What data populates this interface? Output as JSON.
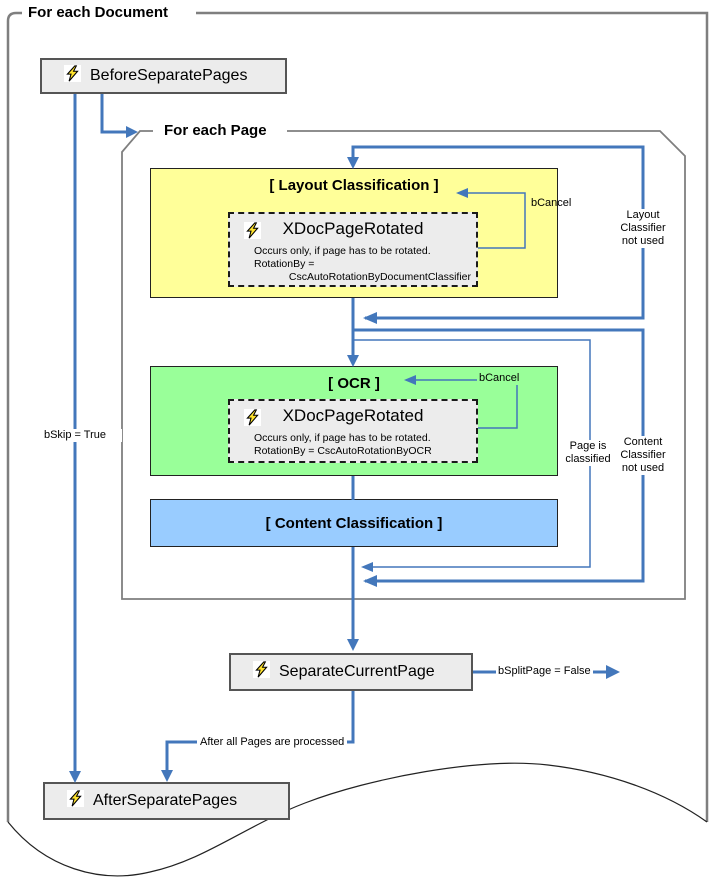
{
  "diagram": {
    "outer_loop_label": "For each Document",
    "inner_loop_label": "For each Page",
    "events": {
      "before": "BeforeSeparatePages",
      "separate": "SeparateCurrentPage",
      "after": "AfterSeparatePages"
    },
    "layout_phase": {
      "title": "[ Layout Classification ]",
      "event": {
        "title": "XDocPageRotated",
        "line1": "Occurs only, if page has to be rotated.",
        "line2": "RotationBy =",
        "line3": "CscAutoRotationByDocumentClassifier"
      }
    },
    "ocr_phase": {
      "title": "[ OCR ]",
      "event": {
        "title": "XDocPageRotated",
        "line1": "Occurs only, if page has to be rotated.",
        "line2": "RotationBy = CscAutoRotationByOCR"
      }
    },
    "content_phase": {
      "title": "[ Content Classification ]"
    },
    "annotations": {
      "bcancel_layout": "bCancel",
      "bcancel_ocr": "bCancel",
      "layout_not_used": [
        "Layout",
        "Classifier",
        "not used"
      ],
      "page_classified": [
        "Page is",
        "classified"
      ],
      "content_not_used": [
        "Content",
        "Classifier",
        "not used"
      ],
      "bskip": "bSkip = True",
      "bsplit": "bSplitPage = False",
      "after_pages": "After all Pages are processed"
    },
    "colors": {
      "connector_blue": "#4377bb",
      "layout_yellow": "#ffff99",
      "ocr_green": "#99ff99",
      "content_blue": "#99ccff",
      "event_gray": "#ececec",
      "container_gray": "#7f7f7f"
    }
  }
}
